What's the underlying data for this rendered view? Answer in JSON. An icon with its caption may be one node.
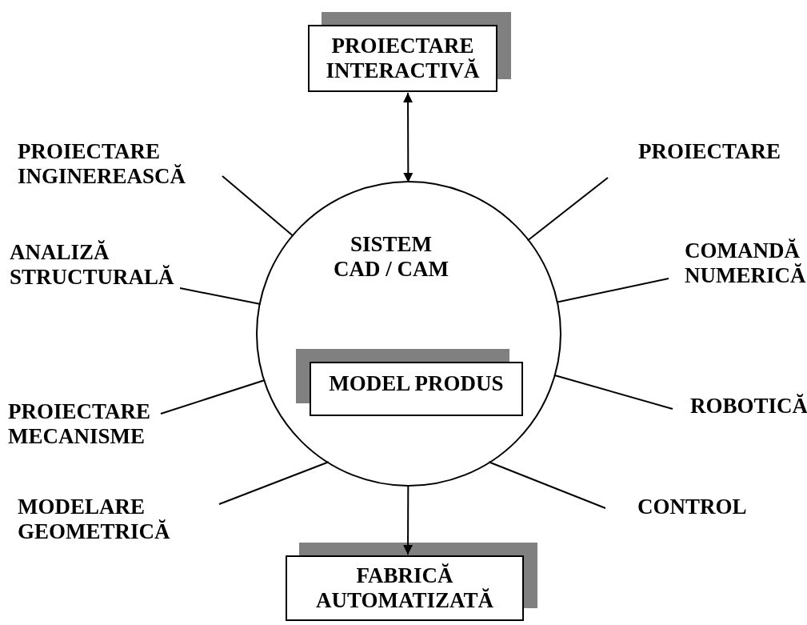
{
  "diagram": {
    "nodes": [
      {
        "text": [
          "SISTEM CAD / CAM"
        ]
      },
      {
        "text": [
          "MODEL PRODUS"
        ],
        "in": 0
      },
      {
        "text": [
          "PROIECTARE INTERACTIVĂ"
        ]
      },
      {
        "text": [
          "FABRICĂ AUTOMATIZATĂ"
        ]
      },
      {
        "text": [
          "PROIECTARE INGINEREASCĂ"
        ]
      },
      {
        "text": [
          "ANALIZĂ STRUCTURALĂ"
        ]
      },
      {
        "text": [
          "PROIECTARE MECANISME"
        ]
      },
      {
        "text": [
          "MODELARE GEOMETRICĂ"
        ]
      },
      {
        "text": [
          "PROIECTARE"
        ]
      },
      {
        "text": [
          "COMANDĂ NUMERICĂ"
        ]
      },
      {
        "text": [
          "ROBOTICĂ"
        ]
      },
      {
        "text": [
          "CONTROL"
        ]
      }
    ],
    "edges": [
      {
        "from": 2,
        "to": 0,
        "arrow": "both"
      },
      {
        "from": 0,
        "to": 3,
        "arrow": "to"
      },
      {
        "from": 4,
        "to": 0,
        "arrow": "none"
      },
      {
        "from": 5,
        "to": 0,
        "arrow": "none"
      },
      {
        "from": 6,
        "to": 0,
        "arrow": "none"
      },
      {
        "from": 7,
        "to": 0,
        "arrow": "none"
      },
      {
        "from": 8,
        "to": 0,
        "arrow": "none"
      },
      {
        "from": 9,
        "to": 0,
        "arrow": "none"
      },
      {
        "from": 10,
        "to": 0,
        "arrow": "none"
      },
      {
        "from": 11,
        "to": 0,
        "arrow": "none"
      }
    ]
  }
}
